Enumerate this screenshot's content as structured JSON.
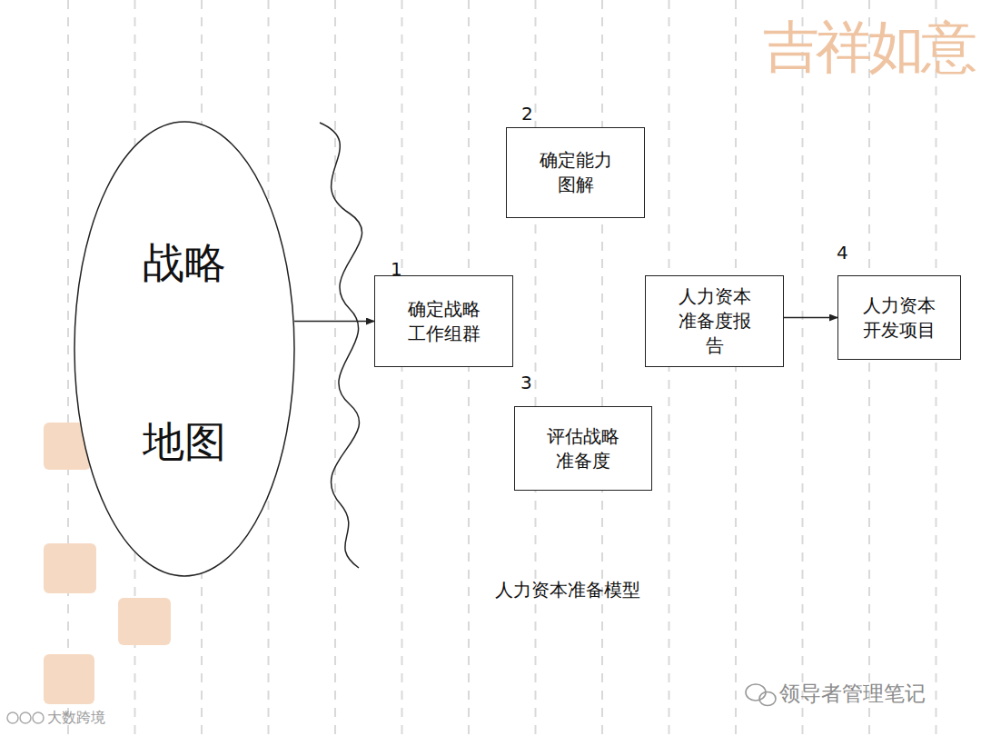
{
  "diagram": {
    "caption": "人力资本准备模型",
    "nodes": [
      {
        "text": [
          "战略",
          "地图"
        ]
      },
      {
        "text": [
          "确定能力 图解"
        ]
      },
      {
        "text": [
          "确定战略 工作组群"
        ]
      },
      {
        "text": [
          "人力资本 准备度报告"
        ]
      },
      {
        "text": [
          "人力资本 开发项目"
        ]
      },
      {
        "text": [
          "评估战略 准备度"
        ]
      }
    ],
    "edges": [
      {
        "from": 0,
        "to": 2,
        "arrow": "to"
      },
      {
        "from": 3,
        "to": 4,
        "arrow": "to"
      }
    ],
    "labels": [
      "2",
      "1",
      "4",
      "3",
      "吉祥如意",
      "领导者管理笔记",
      "大数跨境"
    ]
  }
}
